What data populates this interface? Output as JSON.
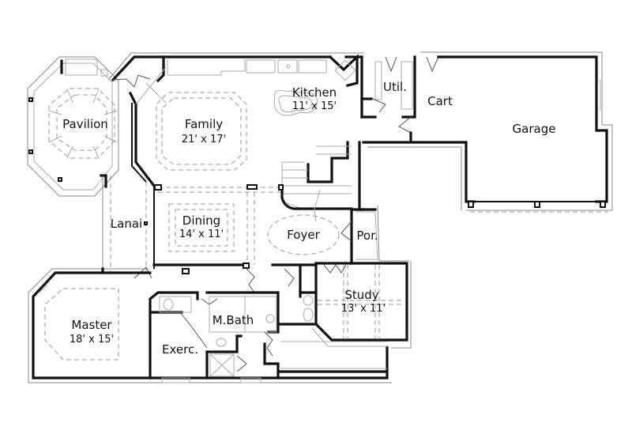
{
  "plan": {
    "type": "floor-plan",
    "rooms": [
      {
        "id": "pavilion",
        "name": "Pavilion",
        "size": ""
      },
      {
        "id": "family",
        "name": "Family",
        "size": "21' x 17'"
      },
      {
        "id": "kitchen",
        "name": "Kitchen",
        "size": "11' x 15'"
      },
      {
        "id": "util",
        "name": "Util.",
        "size": ""
      },
      {
        "id": "cart",
        "name": "Cart",
        "size": ""
      },
      {
        "id": "garage",
        "name": "Garage",
        "size": ""
      },
      {
        "id": "lanai",
        "name": "Lanai",
        "size": ""
      },
      {
        "id": "dining",
        "name": "Dining",
        "size": "14' x 11'"
      },
      {
        "id": "foyer",
        "name": "Foyer",
        "size": ""
      },
      {
        "id": "porch",
        "name": "Por.",
        "size": ""
      },
      {
        "id": "study",
        "name": "Study",
        "size": "13' x 11'"
      },
      {
        "id": "master",
        "name": "Master",
        "size": "18' x 15'"
      },
      {
        "id": "mbath",
        "name": "M.Bath",
        "size": ""
      },
      {
        "id": "exercise",
        "name": "Exerc.",
        "size": ""
      }
    ]
  }
}
